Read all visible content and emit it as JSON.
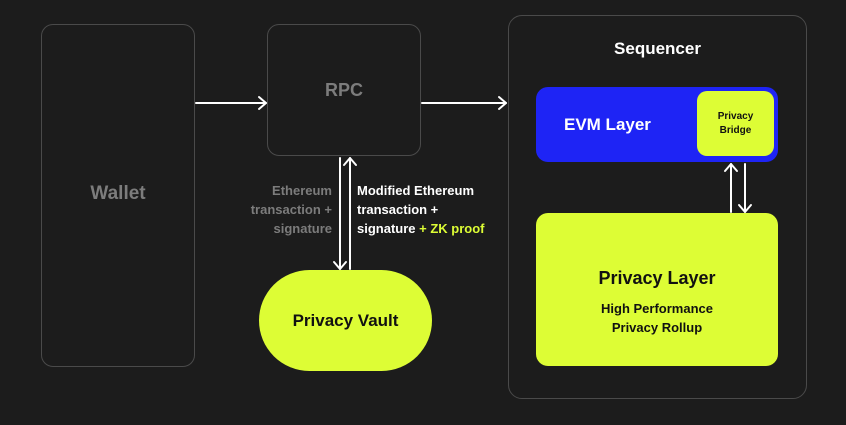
{
  "colors": {
    "background": "#1c1c1c",
    "accent": "#ddfd35",
    "evm": "#1e24f5",
    "muted": "#7c7c7c"
  },
  "wallet": {
    "label": "Wallet"
  },
  "rpc": {
    "label": "RPC"
  },
  "sequencer": {
    "label": "Sequencer",
    "evm_layer": {
      "label": "EVM Layer"
    },
    "privacy_bridge": {
      "line1": "Privacy",
      "line2": "Bridge"
    },
    "privacy_layer": {
      "title": "Privacy Layer",
      "sub1": "High Performance",
      "sub2": "Privacy Rollup"
    }
  },
  "privacy_vault": {
    "label": "Privacy Vault"
  },
  "edges": {
    "left": {
      "line1": "Ethereum",
      "line2": "transaction +",
      "line3": "signature"
    },
    "right": {
      "line1": "Modified Ethereum",
      "line2": "transaction +",
      "line3": "signature",
      "zk": " + ZK proof"
    }
  }
}
